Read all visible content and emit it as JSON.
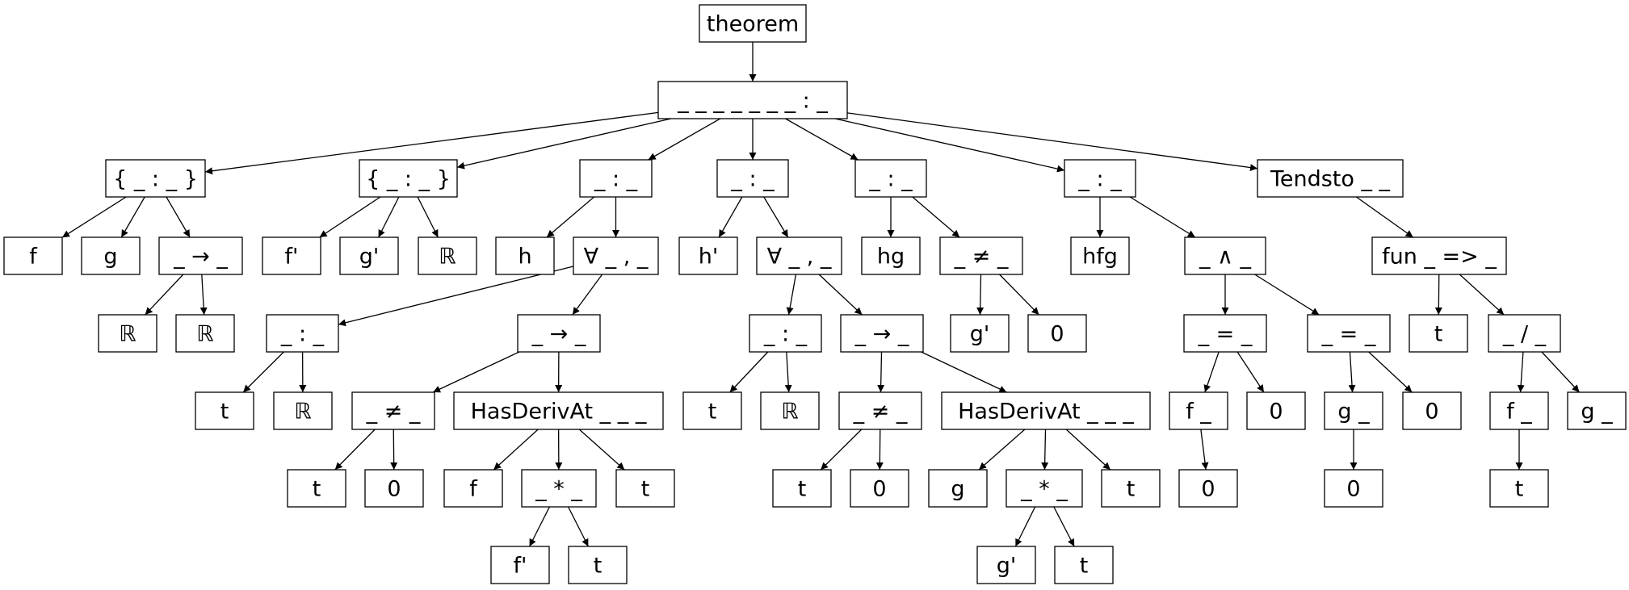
{
  "diagram": {
    "nodes": [
      {
        "id": "n0",
        "label": "theorem"
      },
      {
        "id": "n1",
        "label": "_ _ _ _ _ _ _ : _"
      },
      {
        "id": "n2",
        "label": "{ _ : _ }"
      },
      {
        "id": "n3",
        "label": "{ _ : _ }"
      },
      {
        "id": "n4",
        "label": "_ : _"
      },
      {
        "id": "n5",
        "label": "_ : _"
      },
      {
        "id": "n6",
        "label": "_ : _"
      },
      {
        "id": "n7",
        "label": "_ : _"
      },
      {
        "id": "n8",
        "label": "Tendsto _ _"
      },
      {
        "id": "n9",
        "label": "f"
      },
      {
        "id": "n10",
        "label": "g"
      },
      {
        "id": "n11",
        "label": "_ → _"
      },
      {
        "id": "n12",
        "label": "f'"
      },
      {
        "id": "n13",
        "label": "g'"
      },
      {
        "id": "n14",
        "label": "ℝ"
      },
      {
        "id": "n15",
        "label": "h"
      },
      {
        "id": "n16",
        "label": "∀ _ , _"
      },
      {
        "id": "n17",
        "label": "h'"
      },
      {
        "id": "n18",
        "label": "∀ _ , _"
      },
      {
        "id": "n19",
        "label": "hg"
      },
      {
        "id": "n20",
        "label": "_ ≠ _"
      },
      {
        "id": "n21",
        "label": "hfg"
      },
      {
        "id": "n22",
        "label": "_ ∧ _"
      },
      {
        "id": "n23",
        "label": "fun _ => _"
      },
      {
        "id": "n24",
        "label": "ℝ"
      },
      {
        "id": "n25",
        "label": "ℝ"
      },
      {
        "id": "n26",
        "label": "_ : _"
      },
      {
        "id": "n27",
        "label": "_ → _"
      },
      {
        "id": "n28",
        "label": "_ : _"
      },
      {
        "id": "n29",
        "label": "_ → _"
      },
      {
        "id": "n30",
        "label": "g'"
      },
      {
        "id": "n31",
        "label": "0"
      },
      {
        "id": "n32",
        "label": "_ = _"
      },
      {
        "id": "n33",
        "label": "_ = _"
      },
      {
        "id": "n34",
        "label": "t"
      },
      {
        "id": "n35",
        "label": "_ / _"
      },
      {
        "id": "n36",
        "label": "t"
      },
      {
        "id": "n37",
        "label": "ℝ"
      },
      {
        "id": "n38",
        "label": "_ ≠ _"
      },
      {
        "id": "n39",
        "label": "HasDerivAt _ _ _"
      },
      {
        "id": "n40",
        "label": "t"
      },
      {
        "id": "n41",
        "label": "ℝ"
      },
      {
        "id": "n42",
        "label": "_ ≠ _"
      },
      {
        "id": "n43",
        "label": "HasDerivAt _ _ _"
      },
      {
        "id": "n44",
        "label": "f _"
      },
      {
        "id": "n45",
        "label": "0"
      },
      {
        "id": "n46",
        "label": "g _"
      },
      {
        "id": "n47",
        "label": "0"
      },
      {
        "id": "n48",
        "label": "f _"
      },
      {
        "id": "n49",
        "label": "g _"
      },
      {
        "id": "n50",
        "label": "t"
      },
      {
        "id": "n51",
        "label": "0"
      },
      {
        "id": "n52",
        "label": "f"
      },
      {
        "id": "n53",
        "label": "_ * _"
      },
      {
        "id": "n54",
        "label": "t"
      },
      {
        "id": "n55",
        "label": "t"
      },
      {
        "id": "n56",
        "label": "0"
      },
      {
        "id": "n57",
        "label": "g"
      },
      {
        "id": "n58",
        "label": "_ * _"
      },
      {
        "id": "n59",
        "label": "t"
      },
      {
        "id": "n60",
        "label": "0"
      },
      {
        "id": "n61",
        "label": "0"
      },
      {
        "id": "n62",
        "label": "t"
      },
      {
        "id": "n63",
        "label": "f'"
      },
      {
        "id": "n64",
        "label": "t"
      },
      {
        "id": "n65",
        "label": "g'"
      },
      {
        "id": "n66",
        "label": "t"
      }
    ],
    "edges": [
      [
        "n0",
        "n1"
      ],
      [
        "n1",
        "n2"
      ],
      [
        "n1",
        "n3"
      ],
      [
        "n1",
        "n4"
      ],
      [
        "n1",
        "n5"
      ],
      [
        "n1",
        "n6"
      ],
      [
        "n1",
        "n7"
      ],
      [
        "n1",
        "n8"
      ],
      [
        "n2",
        "n9"
      ],
      [
        "n2",
        "n10"
      ],
      [
        "n2",
        "n11"
      ],
      [
        "n3",
        "n12"
      ],
      [
        "n3",
        "n13"
      ],
      [
        "n3",
        "n14"
      ],
      [
        "n4",
        "n15"
      ],
      [
        "n4",
        "n16"
      ],
      [
        "n5",
        "n17"
      ],
      [
        "n5",
        "n18"
      ],
      [
        "n6",
        "n19"
      ],
      [
        "n6",
        "n20"
      ],
      [
        "n7",
        "n21"
      ],
      [
        "n7",
        "n22"
      ],
      [
        "n8",
        "n23"
      ],
      [
        "n11",
        "n24"
      ],
      [
        "n11",
        "n25"
      ],
      [
        "n16",
        "n26"
      ],
      [
        "n16",
        "n27"
      ],
      [
        "n18",
        "n28"
      ],
      [
        "n18",
        "n29"
      ],
      [
        "n20",
        "n30"
      ],
      [
        "n20",
        "n31"
      ],
      [
        "n22",
        "n32"
      ],
      [
        "n22",
        "n33"
      ],
      [
        "n23",
        "n34"
      ],
      [
        "n23",
        "n35"
      ],
      [
        "n26",
        "n36"
      ],
      [
        "n26",
        "n37"
      ],
      [
        "n27",
        "n38"
      ],
      [
        "n27",
        "n39"
      ],
      [
        "n28",
        "n40"
      ],
      [
        "n28",
        "n41"
      ],
      [
        "n29",
        "n42"
      ],
      [
        "n29",
        "n43"
      ],
      [
        "n32",
        "n44"
      ],
      [
        "n32",
        "n45"
      ],
      [
        "n33",
        "n46"
      ],
      [
        "n33",
        "n47"
      ],
      [
        "n35",
        "n48"
      ],
      [
        "n35",
        "n49"
      ],
      [
        "n38",
        "n50"
      ],
      [
        "n38",
        "n51"
      ],
      [
        "n39",
        "n52"
      ],
      [
        "n39",
        "n53"
      ],
      [
        "n39",
        "n54"
      ],
      [
        "n42",
        "n55"
      ],
      [
        "n42",
        "n56"
      ],
      [
        "n43",
        "n57"
      ],
      [
        "n43",
        "n58"
      ],
      [
        "n43",
        "n59"
      ],
      [
        "n44",
        "n60"
      ],
      [
        "n46",
        "n61"
      ],
      [
        "n48",
        "n62"
      ],
      [
        "n53",
        "n63"
      ],
      [
        "n53",
        "n64"
      ],
      [
        "n58",
        "n65"
      ],
      [
        "n58",
        "n66"
      ]
    ]
  }
}
